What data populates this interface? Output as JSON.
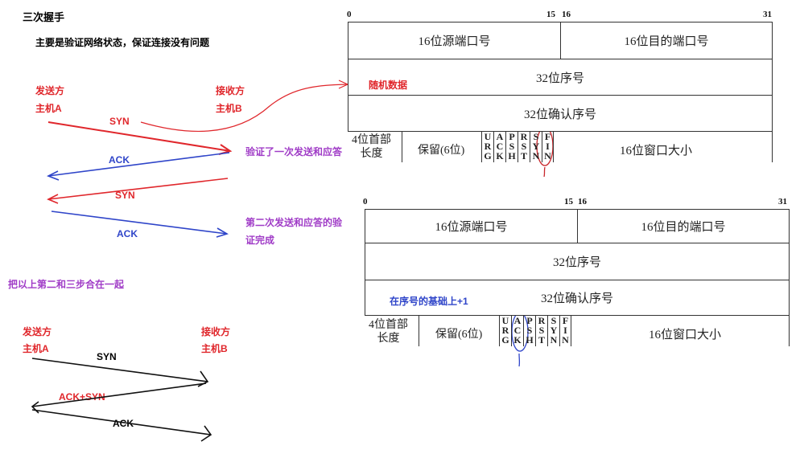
{
  "title": "三次握手",
  "subtitle": "主要是验证网络状态，保证连接没有问题",
  "diagram1": {
    "sender_label": "发送方",
    "sender_host": "主机A",
    "receiver_label": "接收方",
    "receiver_host": "主机B",
    "arrows": [
      "SYN",
      "ACK",
      "SYN",
      "ACK"
    ],
    "note1": "验证了一次发送和应答",
    "note2_line1": "第二次发送和应答的验",
    "note2_line2": "证完成"
  },
  "merge_note": "把以上第二和三步合在一起",
  "diagram2": {
    "sender_label": "发送方",
    "sender_host": "主机A",
    "receiver_label": "接收方",
    "receiver_host": "主机B",
    "arrows": [
      "SYN",
      "ACK+SYN",
      "ACK"
    ]
  },
  "header_common": {
    "bit_0": "0",
    "bit_15": "15",
    "bit_16": "16",
    "bit_31": "31",
    "src_port": "16位源端口号",
    "dst_port": "16位目的端口号",
    "seq": "32位序号",
    "ack_seq": "32位确认序号",
    "hdr_len_line1": "4位首部",
    "hdr_len_line2": "长度",
    "reserved": "保留(6位)",
    "window": "16位窗口大小",
    "flags": [
      [
        "U",
        "R",
        "G"
      ],
      [
        "A",
        "C",
        "K"
      ],
      [
        "P",
        "S",
        "H"
      ],
      [
        "R",
        "S",
        "T"
      ],
      [
        "S",
        "Y",
        "N"
      ],
      [
        "F",
        "I",
        "N"
      ]
    ]
  },
  "header1": {
    "random_note": "随机数据"
  },
  "header2": {
    "ack_note": "在序号的基础上+1"
  },
  "colors": {
    "red": "#e0272c",
    "blue": "#2f45c9",
    "purple": "#a03cc7"
  }
}
